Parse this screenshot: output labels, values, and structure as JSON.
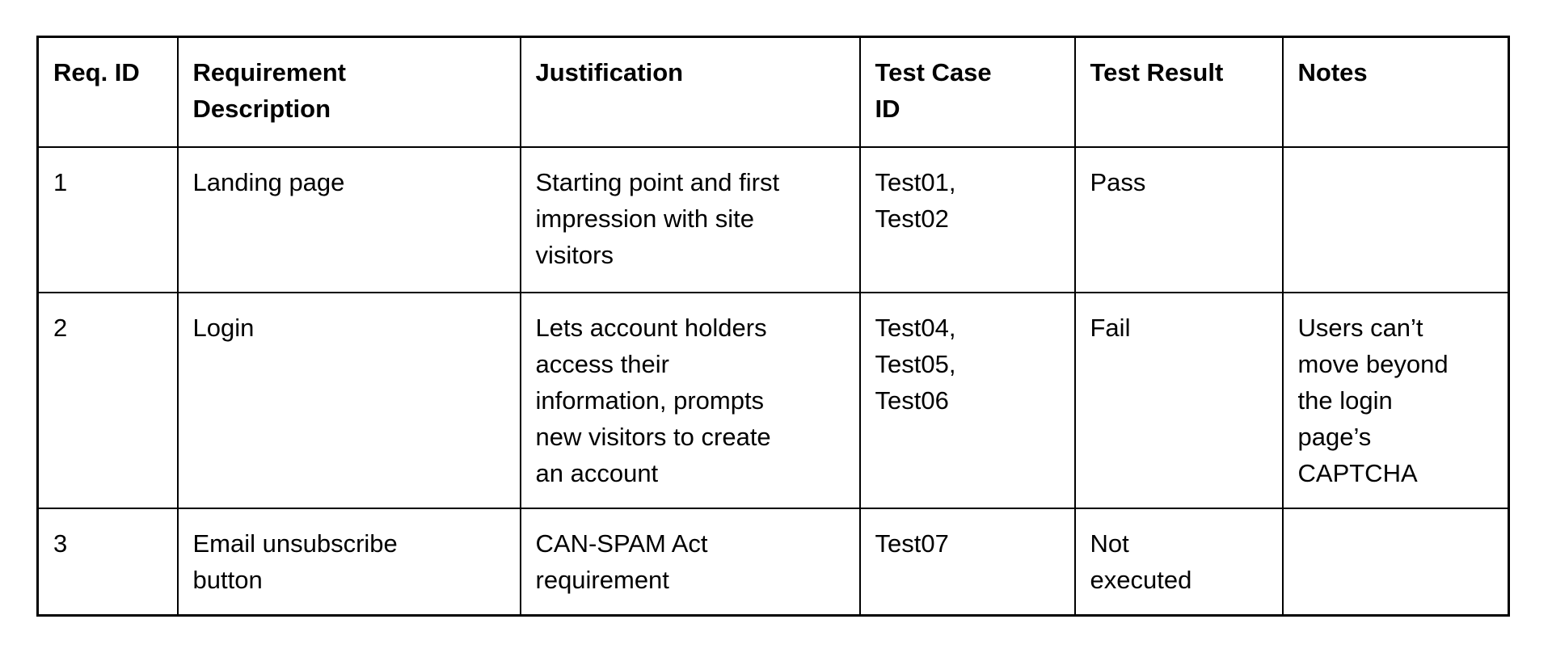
{
  "colors": {
    "background": "#ffffff",
    "border": "#000000",
    "text": "#000000"
  },
  "table": {
    "columns": [
      "Req. ID",
      "Requirement\nDescription",
      "Justification",
      "Test Case\nID",
      "Test Result",
      "Notes"
    ],
    "rows": [
      {
        "req_id": "1",
        "description": "Landing page",
        "justification": "Starting point and first\nimpression with site\nvisitors",
        "test_case_id": "Test01,\nTest02",
        "test_result": "Pass",
        "notes": ""
      },
      {
        "req_id": "2",
        "description": "Login",
        "justification": "Lets account holders\naccess their\ninformation, prompts\nnew visitors to create\nan account",
        "test_case_id": "Test04,\nTest05,\nTest06",
        "test_result": "Fail",
        "notes": "Users can’t\nmove beyond\nthe login\npage’s\nCAPTCHA"
      },
      {
        "req_id": "3",
        "description": "Email unsubscribe\nbutton",
        "justification": "CAN-SPAM Act\nrequirement",
        "test_case_id": "Test07",
        "test_result": "Not\nexecuted",
        "notes": ""
      }
    ]
  }
}
